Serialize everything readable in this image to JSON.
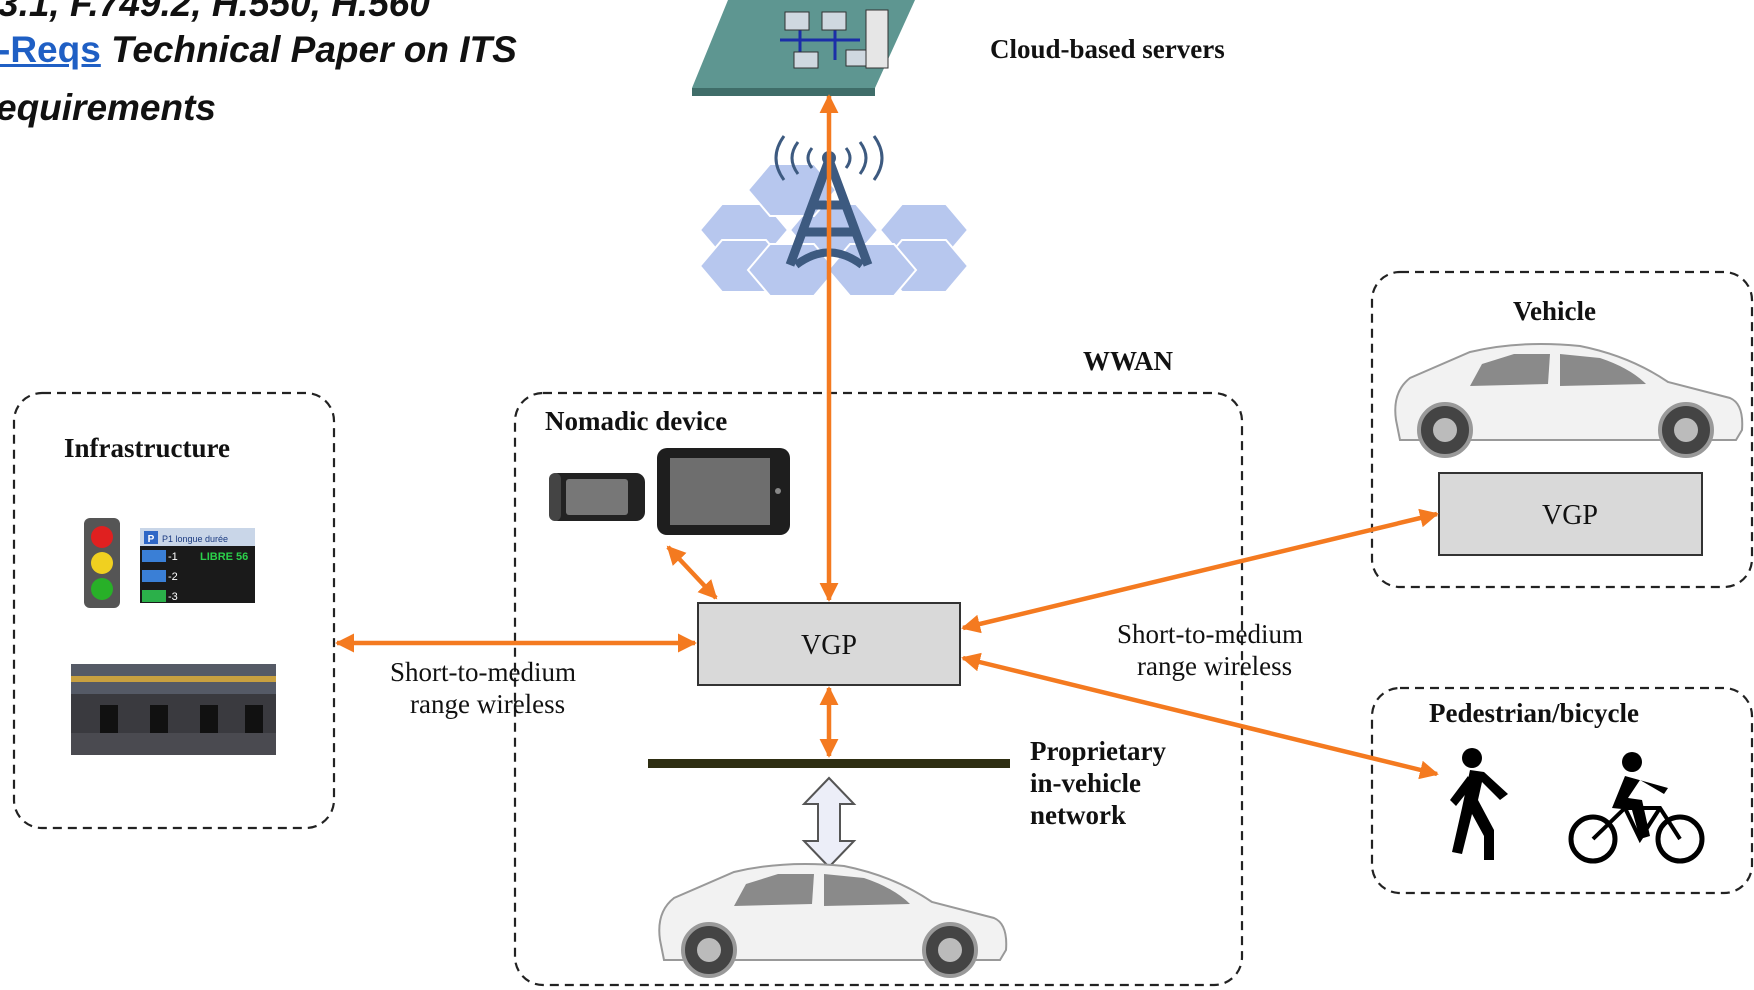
{
  "header": {
    "line1": "3.1, F.749.2, H.550, H.560",
    "link": "-Reqs",
    "line2_rest": " Technical Paper on ITS",
    "line3": "equirements"
  },
  "diagram": {
    "cloud_label": "Cloud-based servers",
    "wwan_label": "WWAN",
    "nomadic_label": "Nomadic device",
    "infrastructure_label": "Infrastructure",
    "vehicle_label": "Vehicle",
    "pedestrian_label": "Pedestrian/bicycle",
    "vgp_center": "VGP",
    "vgp_vehicle": "VGP",
    "wireless_left_1": "Short-to-medium",
    "wireless_left_2": "range wireless",
    "wireless_right_1": "Short-to-medium",
    "wireless_right_2": "range wireless",
    "proprietary_1": "Proprietary",
    "proprietary_2": "in-vehicle",
    "proprietary_3": "network",
    "parking_sign_title": "P1 longue durée",
    "parking_sign_libre": "LIBRE 56",
    "parking_rows": [
      "-1",
      "-2",
      "-3"
    ]
  },
  "colors": {
    "arrow": "#f47a20",
    "vgp_fill": "#d9d9d9",
    "tower": "#3d5a80",
    "hex_fill": "#b7c7ee",
    "platform": "#5e9691"
  }
}
